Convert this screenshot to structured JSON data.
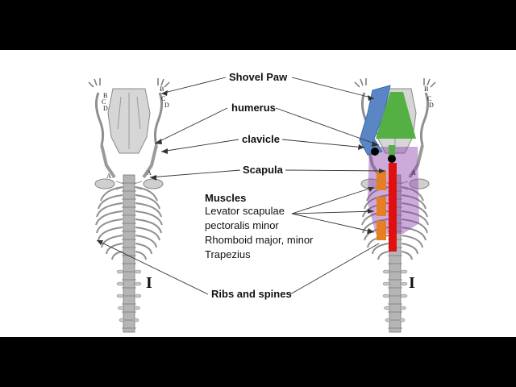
{
  "labels": {
    "shovel_paw": "Shovel Paw",
    "humerus": "humerus",
    "clavicle": "clavicle",
    "scapula": "Scapula",
    "ribs": "Ribs and spines"
  },
  "muscles": {
    "heading": "Muscles",
    "items": [
      "Levator scapulae",
      "pectoralis minor",
      "Rhomboid major, minor",
      "Trapezius"
    ]
  },
  "figure_letters": {
    "b": "B",
    "c": "C",
    "d": "D",
    "a": "A",
    "plate_left": "I",
    "plate_right": "I"
  },
  "colors": {
    "background": "#000000",
    "slide": "#ffffff",
    "paw_blue": "#5b86c6",
    "humerus_green": "#55b043",
    "scapula_red": "#e01010",
    "muscle_purple": "#8e44ad",
    "muscle_orange": "#e67e22",
    "bone_gray": "#9a9a9a"
  }
}
